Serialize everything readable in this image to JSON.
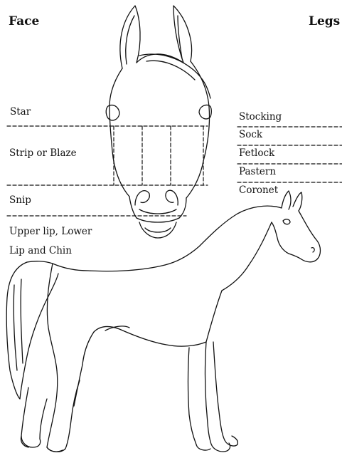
{
  "headings": {
    "face": "Face",
    "legs": "Legs"
  },
  "face_markings": [
    "Star",
    "Strip or Blaze",
    "Snip",
    "Upper lip, Lower",
    "Lip and Chin"
  ],
  "leg_markings": [
    "Stocking",
    "Sock",
    "Fetlock",
    "Pastern",
    "Coronet"
  ],
  "colors": {
    "ink": "#111111",
    "background": "#ffffff"
  }
}
